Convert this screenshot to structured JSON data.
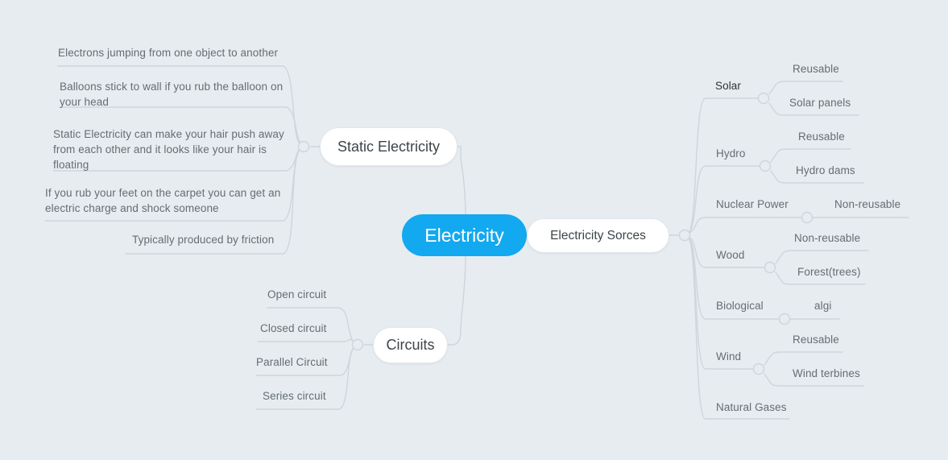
{
  "canvas": {
    "background": "#e7ecf0",
    "line_color": "#ccd6dc",
    "text_color": "#636e72",
    "text_color_dark": "#2d3436",
    "accent": "#12a9f0",
    "node_fill": "#ffffff",
    "node_border": "#e2e7ea"
  },
  "root": {
    "label": "Electricity"
  },
  "branches": {
    "static_electricity": {
      "label": "Static Electricity",
      "children": [
        {
          "label": "Electrons jumping from one object to another"
        },
        {
          "label": "Balloons stick to wall if you rub the balloon on\nyour head"
        },
        {
          "label": "Static Electricity can make your hair push away\nfrom each other and it looks like your hair is\nfloating"
        },
        {
          "label": "If you rub your feet on the carpet you can get an\nelectric charge and shock someone"
        },
        {
          "label": "Typically produced by friction"
        }
      ]
    },
    "circuits": {
      "label": "Circuits",
      "children": [
        {
          "label": "Open circuit"
        },
        {
          "label": "Closed circuit"
        },
        {
          "label": "Parallel Circuit"
        },
        {
          "label": "Series circuit"
        }
      ]
    },
    "electricity_sources": {
      "label": "Electricity Sorces",
      "children": [
        {
          "label": "Solar",
          "selected": true,
          "children": [
            {
              "label": "Reusable"
            },
            {
              "label": "Solar panels"
            }
          ]
        },
        {
          "label": "Hydro",
          "selected": false,
          "children": [
            {
              "label": "Reusable"
            },
            {
              "label": "Hydro dams"
            }
          ]
        },
        {
          "label": "Nuclear Power",
          "selected": false,
          "children": [
            {
              "label": "Non-reusable"
            }
          ]
        },
        {
          "label": "Wood",
          "selected": false,
          "children": [
            {
              "label": "Non-reusable"
            },
            {
              "label": "Forest(trees)"
            }
          ]
        },
        {
          "label": "Biological",
          "selected": false,
          "children": [
            {
              "label": "algi"
            }
          ]
        },
        {
          "label": "Wind",
          "selected": false,
          "children": [
            {
              "label": "Reusable"
            },
            {
              "label": "Wind terbines"
            }
          ]
        },
        {
          "label": "Natural Gases",
          "selected": false,
          "children": []
        }
      ]
    }
  }
}
